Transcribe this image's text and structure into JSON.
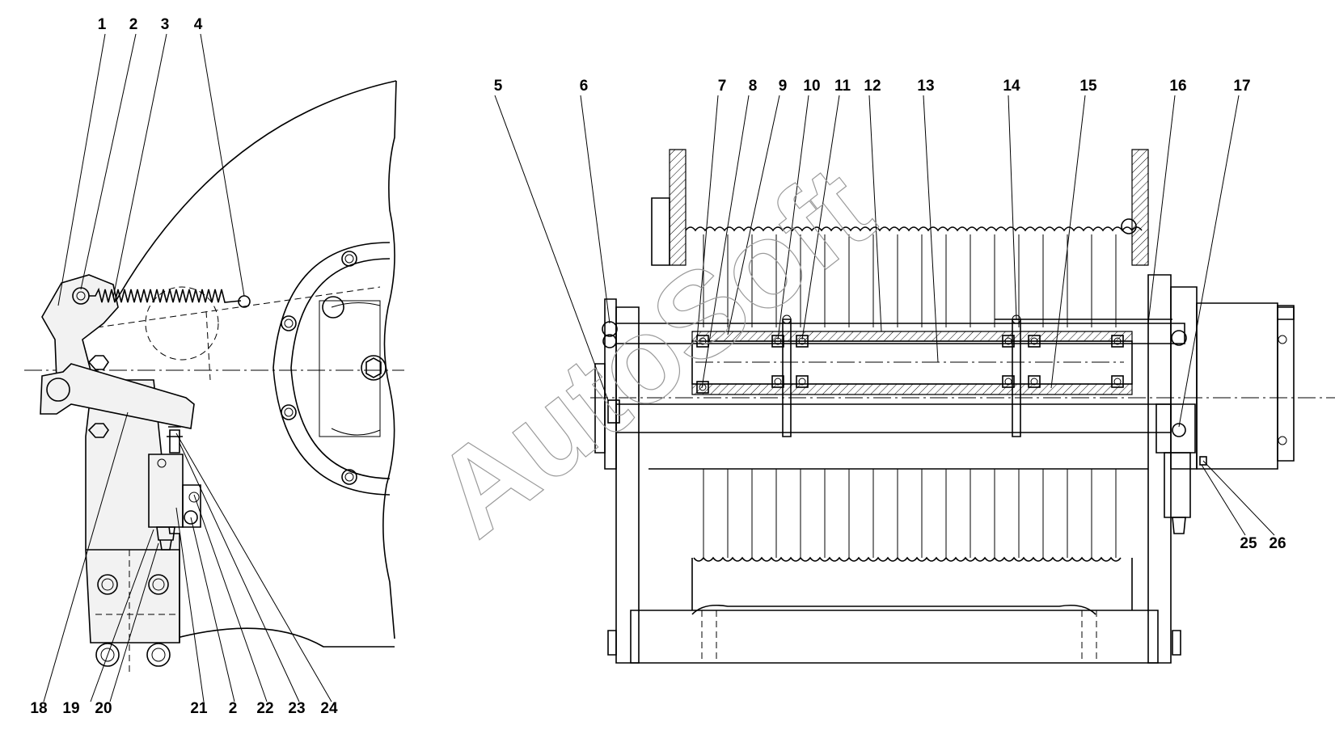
{
  "callouts": {
    "n1": "1",
    "n2": "2",
    "n3": "3",
    "n4": "4",
    "n5": "5",
    "n6": "6",
    "n7": "7",
    "n8": "8",
    "n9": "9",
    "n10": "10",
    "n11": "11",
    "n12": "12",
    "n13": "13",
    "n14": "14",
    "n15": "15",
    "n16": "16",
    "n17": "17",
    "n18": "18",
    "n19": "19",
    "n20": "20",
    "n21": "21",
    "n2b": "2",
    "n22": "22",
    "n23": "23",
    "n24": "24",
    "n25": "25",
    "n26": "26"
  },
  "watermark": "AutoSoft"
}
